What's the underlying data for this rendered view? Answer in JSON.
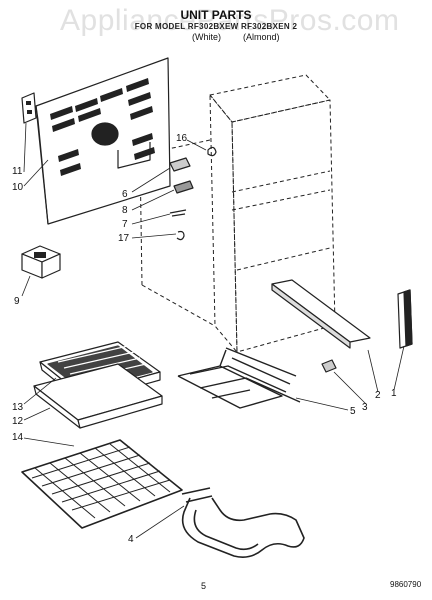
{
  "watermark": "AppliancePartsPros.com",
  "header": {
    "title": "UNIT PARTS",
    "subtitle": "FOR MODEL RF302BXEW RF302BXEN 2",
    "color_white": "(White)",
    "color_almond": "(Almond)"
  },
  "callouts": [
    "16",
    "11",
    "10",
    "6",
    "8",
    "7",
    "17",
    "9",
    "1",
    "2",
    "3",
    "5",
    "13",
    "12",
    "14",
    "4"
  ],
  "footer": {
    "page_number": "5",
    "doc_number": "9860790"
  }
}
